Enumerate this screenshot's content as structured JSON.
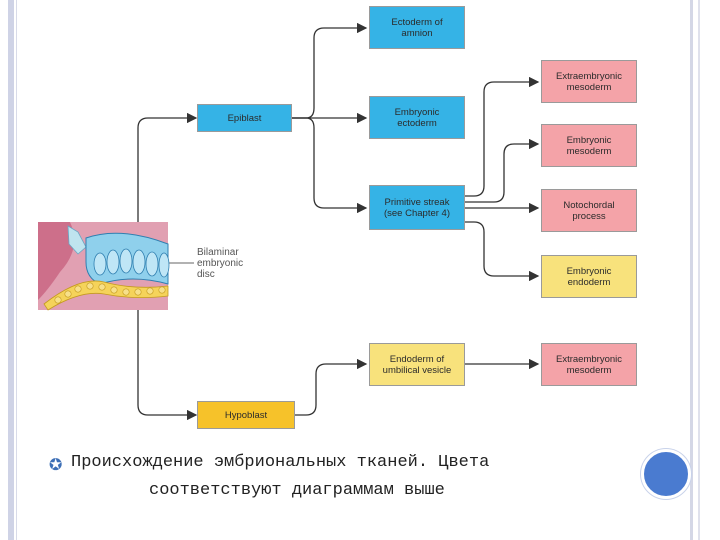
{
  "diagram": {
    "boxes": {
      "ectoderm_amnion": "Ectoderm of\namnion",
      "epiblast": "Epiblast",
      "embryonic_ectoderm": "Embryonic\nectoderm",
      "primitive_streak": "Primitive streak\n(see Chapter 4)",
      "extraembryonic_mesoderm_top": "Extraembryonic\nmesoderm",
      "embryonic_mesoderm": "Embryonic\nmesoderm",
      "notochordal_process": "Notochordal\nprocess",
      "embryonic_endoderm": "Embryonic\nendoderm",
      "endoderm_umbilical": "Endoderm of\numbilical vesicle",
      "extraembryonic_mesoderm_bottom": "Extraembryonic\nmesoderm",
      "hypoblast": "Hypoblast"
    },
    "disc_label": "Bilaminar\nembryonic\ndisc",
    "colors": {
      "epiblast_lineage": "#35b3e6",
      "mesoderm_lineage": "#f4a3a8",
      "endoderm_lineage": "#f8e27c",
      "hypoblast": "#f6c22a"
    }
  },
  "caption": {
    "line1": "Происхождение эмбриональных тканей. Цвета",
    "line2": "соответствуют диаграммам выше"
  }
}
